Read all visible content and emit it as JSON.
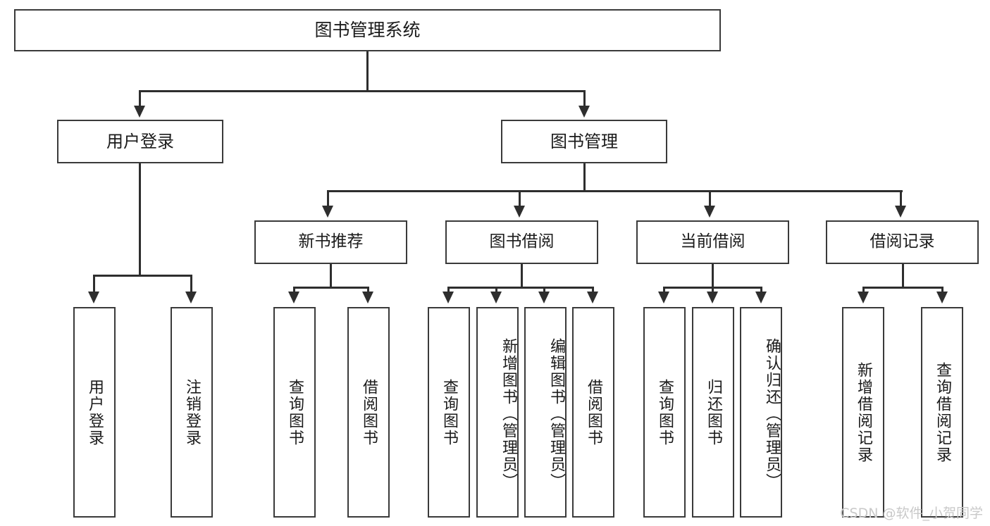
{
  "diagram": {
    "title": "图书管理系统",
    "type": "tree-hierarchy-diagram",
    "root": {
      "label": "图书管理系统"
    },
    "level2": [
      {
        "label": "用户登录"
      },
      {
        "label": "图书管理"
      }
    ],
    "level3": [
      {
        "label": "新书推荐"
      },
      {
        "label": "图书借阅"
      },
      {
        "label": "当前借阅"
      },
      {
        "label": "借阅记录"
      }
    ],
    "leaves": {
      "user_login": [
        {
          "label": "用户登录"
        },
        {
          "label": "注销登录"
        }
      ],
      "new_book_recommend": [
        {
          "label": "查询图书"
        },
        {
          "label": "借阅图书"
        }
      ],
      "book_borrow": [
        {
          "label": "查询图书"
        },
        {
          "label": "新增图书（管理员）"
        },
        {
          "label": "编辑图书（管理员）"
        },
        {
          "label": "借阅图书"
        }
      ],
      "current_borrow": [
        {
          "label": "查询图书"
        },
        {
          "label": "归还图书"
        },
        {
          "label": "确认归还（管理员）"
        }
      ],
      "borrow_record": [
        {
          "label": "新增借阅记录"
        },
        {
          "label": "查询借阅记录"
        }
      ]
    }
  },
  "watermark": {
    "text": "CSDN @软件_小贺同学"
  },
  "colors": {
    "box_border": "#3a3a3a",
    "connector": "#2e2e2e",
    "text": "#1b1b1b",
    "background": "#ffffff",
    "watermark": "#c9c9c9"
  }
}
